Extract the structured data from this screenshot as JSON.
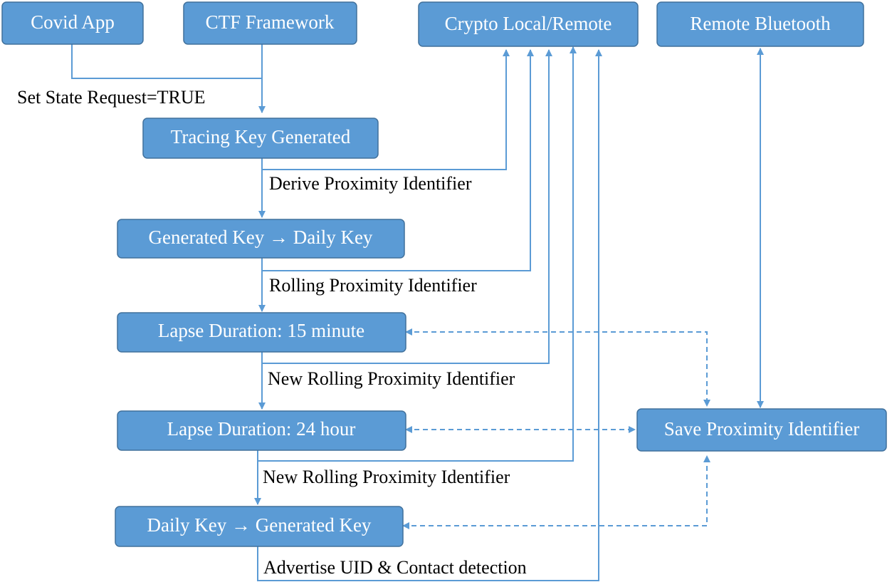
{
  "colors": {
    "box_fill": "#5b9bd5",
    "box_border": "#41719c",
    "box_text": "#ffffff",
    "connector": "#5b9bd5",
    "label_text": "#000000"
  },
  "nodes": {
    "covid_app": "Covid App",
    "ctf_framework": "CTF Framework",
    "crypto": "Crypto Local/Remote",
    "remote_bluetooth": "Remote Bluetooth",
    "tracing_key": "Tracing Key Generated",
    "generated_to_daily": "Generated Key → Daily Key",
    "lapse_15": "Lapse Duration: 15 minute",
    "lapse_24": "Lapse Duration: 24 hour",
    "daily_to_generated": "Daily Key → Generated Key",
    "save_proximity": "Save Proximity Identifier"
  },
  "edge_labels": {
    "set_state": "Set State Request=TRUE",
    "derive": "Derive Proximity Identifier",
    "rolling": "Rolling Proximity Identifier",
    "new_rolling_1": "New Rolling Proximity Identifier",
    "new_rolling_2": "New Rolling Proximity Identifier",
    "advertise": "Advertise UID & Contact detection"
  }
}
